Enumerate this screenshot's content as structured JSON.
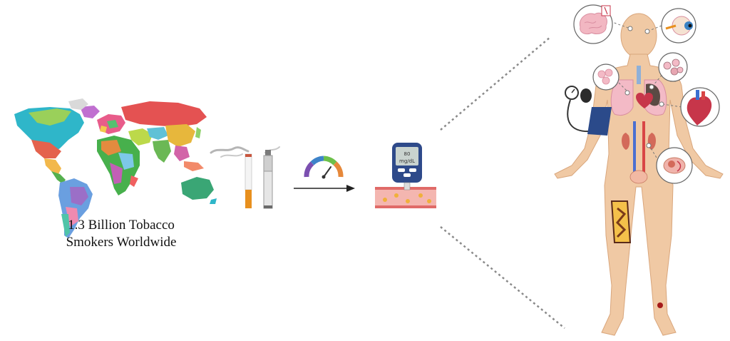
{
  "caption": {
    "line1": "1.3 Billion Tobacco",
    "line2": "Smokers Worldwide"
  },
  "glucose_meter": {
    "reading": "80",
    "unit": "mg/dL"
  },
  "icons": {
    "world_map": "world-map-icon",
    "cigarette": "cigarette-icon",
    "e_cigarette": "e-cigarette-icon",
    "gauge": "gauge-icon",
    "glucose_meter": "glucose-meter-icon",
    "blood_vessel": "blood-vessel-icon",
    "human_body": "human-body-icon",
    "blood_pressure_cuff": "blood-pressure-cuff-icon",
    "brain": "brain-icon",
    "eye": "eye-icon",
    "lungs": "lungs-icon",
    "alveoli": "alveoli-icon",
    "heart": "heart-icon",
    "kidney": "kidney-icon",
    "bone": "bone-icon",
    "foot_ulcer": "foot-ulcer-icon"
  },
  "colors": {
    "skin": "#f0c9a4",
    "skin_outline": "#d9a67c",
    "ocean_green": "#3aa675",
    "cigarette_filter": "#e8901e",
    "vessel": "#e88a8a",
    "meter_blue": "#2e4a8a"
  }
}
